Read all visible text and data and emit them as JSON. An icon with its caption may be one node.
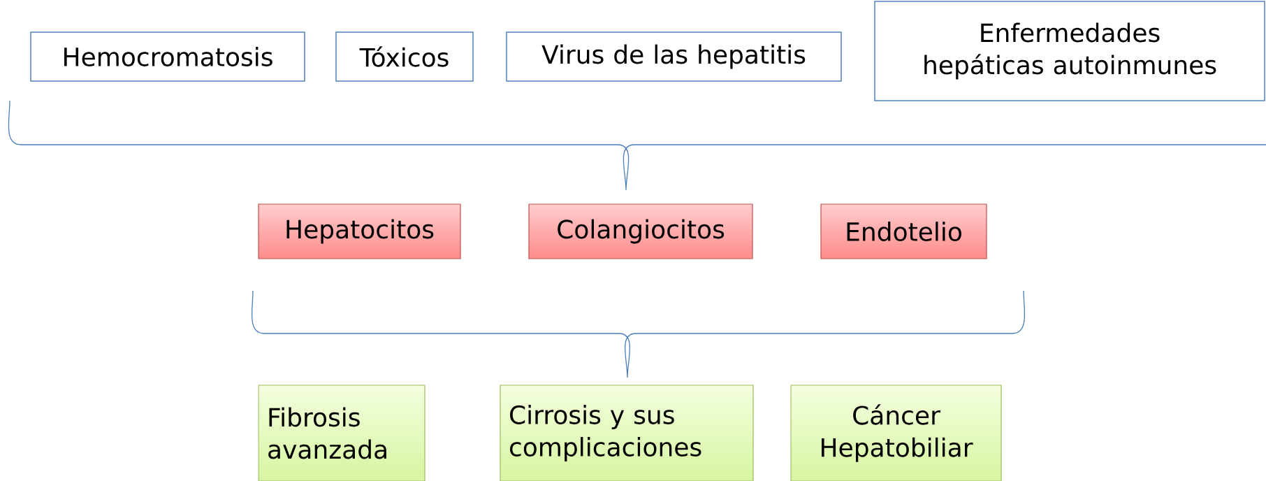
{
  "diagram": {
    "nodes": [
      {
        "text": [
          "Hemocromatosis"
        ]
      },
      {
        "text": [
          "Tóxicos"
        ]
      },
      {
        "text": [
          "Virus de las hepatitis"
        ]
      },
      {
        "text": [
          "Enfermedades hepáticas autoinmunes"
        ]
      },
      {
        "text": [
          "Hepatocitos"
        ]
      },
      {
        "text": [
          "Colangiocitos"
        ]
      },
      {
        "text": [
          "Endotelio"
        ]
      },
      {
        "text": [
          "Fibrosis avanzada"
        ]
      },
      {
        "text": [
          "Cirrosis y sus complicaciones"
        ]
      },
      {
        "text": [
          "Cáncer Hepatobiliar"
        ]
      }
    ]
  }
}
